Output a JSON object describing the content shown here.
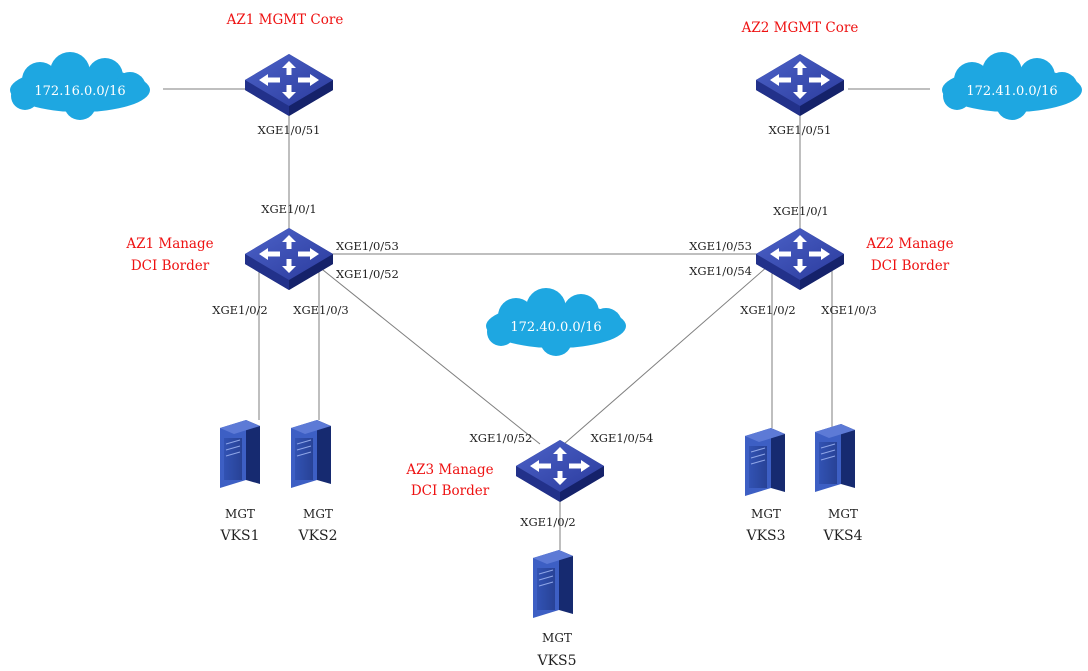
{
  "colors": {
    "title": "#ee1111",
    "cloud": "#1ea7e1",
    "switch": "#2b3d9c",
    "server": "#1e3a8a",
    "link": "#7f7f7f"
  },
  "switches": {
    "az1_core": {
      "title": "AZ1 MGMT Core",
      "icon": "switch-icon"
    },
    "az2_core": {
      "title": "AZ2 MGMT Core",
      "icon": "switch-icon"
    },
    "az1_border": {
      "title_line1": "AZ1 Manage",
      "title_line2": "DCI Border",
      "icon": "switch-icon"
    },
    "az2_border": {
      "title_line1": "AZ2 Manage",
      "title_line2": "DCI Border",
      "icon": "switch-icon"
    },
    "az3_border": {
      "title_line1": "AZ3 Manage",
      "title_line2": "DCI Border",
      "icon": "switch-icon"
    }
  },
  "clouds": {
    "left": "172.16.0.0/16",
    "middle": "172.40.0.0/16",
    "right": "172.41.0.0/16"
  },
  "ports": {
    "az1_core_down": "XGE1/0/51",
    "az1_border_up": "XGE1/0/1",
    "az1_border_53": "XGE1/0/53",
    "az1_border_52": "XGE1/0/52",
    "az1_border_p2": "XGE1/0/2",
    "az1_border_p3": "XGE1/0/3",
    "az2_core_down": "XGE1/0/51",
    "az2_border_up": "XGE1/0/1",
    "az2_border_53": "XGE1/0/53",
    "az2_border_54": "XGE1/0/54",
    "az2_border_p2": "XGE1/0/2",
    "az2_border_p3": "XGE1/0/3",
    "az3_border_52": "XGE1/0/52",
    "az3_border_54": "XGE1/0/54",
    "az3_border_p2": "XGE1/0/2"
  },
  "servers": [
    {
      "label": "MGT",
      "name": "VKS1",
      "icon": "server-icon"
    },
    {
      "label": "MGT",
      "name": "VKS2",
      "icon": "server-icon"
    },
    {
      "label": "MGT",
      "name": "VKS3",
      "icon": "server-icon"
    },
    {
      "label": "MGT",
      "name": "VKS4",
      "icon": "server-icon"
    },
    {
      "label": "MGT",
      "name": "VKS5",
      "icon": "server-icon"
    }
  ]
}
